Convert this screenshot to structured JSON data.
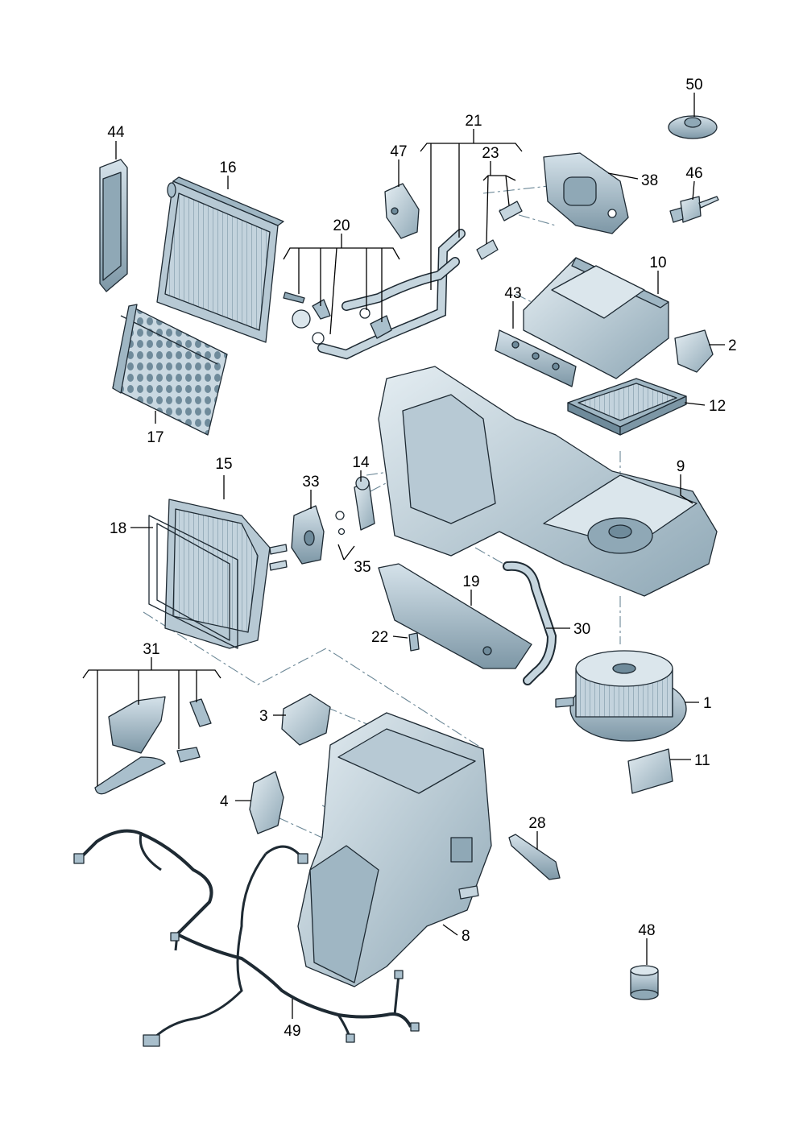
{
  "labels": {
    "p1": "1",
    "p2": "2",
    "p3": "3",
    "p4": "4",
    "p8": "8",
    "p9": "9",
    "p10": "10",
    "p11": "11",
    "p12": "12",
    "p14": "14",
    "p15": "15",
    "p16": "16",
    "p17": "17",
    "p18": "18",
    "p19": "19",
    "p20": "20",
    "p21": "21",
    "p22": "22",
    "p23": "23",
    "p28": "28",
    "p30": "30",
    "p31": "31",
    "p33": "33",
    "p35": "35",
    "p38": "38",
    "p43": "43",
    "p44": "44",
    "p46": "46",
    "p47": "47",
    "p48": "48",
    "p49": "49",
    "p50": "50"
  },
  "colors": {
    "part_light": "#cfdde6",
    "part_mid": "#a9bfcc",
    "part_dark": "#6f8b9b",
    "outline": "#1e2a33",
    "leader": "#000000",
    "dash_line": "#6b8796"
  }
}
